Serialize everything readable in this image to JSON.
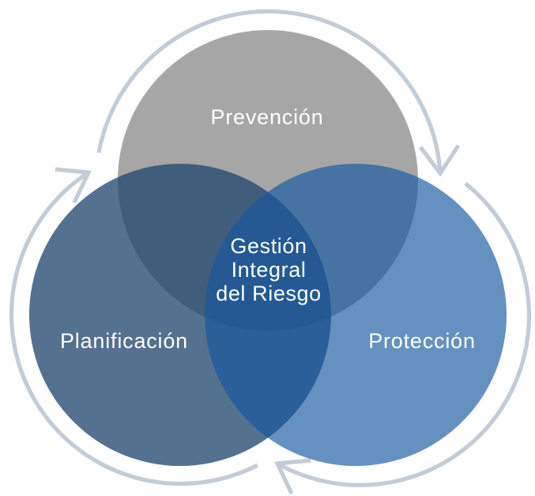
{
  "diagram": {
    "background": "#ffffff",
    "text_color": "#ffffff",
    "arrow_color": "#c3ccd6",
    "circles": [
      {
        "id": "prevencion",
        "label": "Prevención",
        "displayed_color": "#a6a6a6",
        "fill": "#a6a6a6",
        "fill_opacity": "1"
      },
      {
        "id": "planificacion",
        "label": "Planificación",
        "displayed_color": "#54718f",
        "fill": "#24496f",
        "fill_opacity": "0.78"
      },
      {
        "id": "proteccion",
        "label": "Protección",
        "displayed_color": "#6591c0",
        "fill": "#1658a0",
        "fill_opacity": "0.66"
      }
    ],
    "overlap_colors": {
      "prevencion_planificacion": "#415d7c",
      "prevencion_proteccion": "#4674a3",
      "planificacion_proteccion": "#34679e",
      "center_triple": "#31669d"
    },
    "center": {
      "label": "Gestión Integral del Riesgo",
      "lines": [
        "Gestión",
        "Integral",
        "del Riesgo"
      ]
    },
    "cycle": {
      "direction": "clockwise",
      "arrow_count": "3"
    }
  }
}
